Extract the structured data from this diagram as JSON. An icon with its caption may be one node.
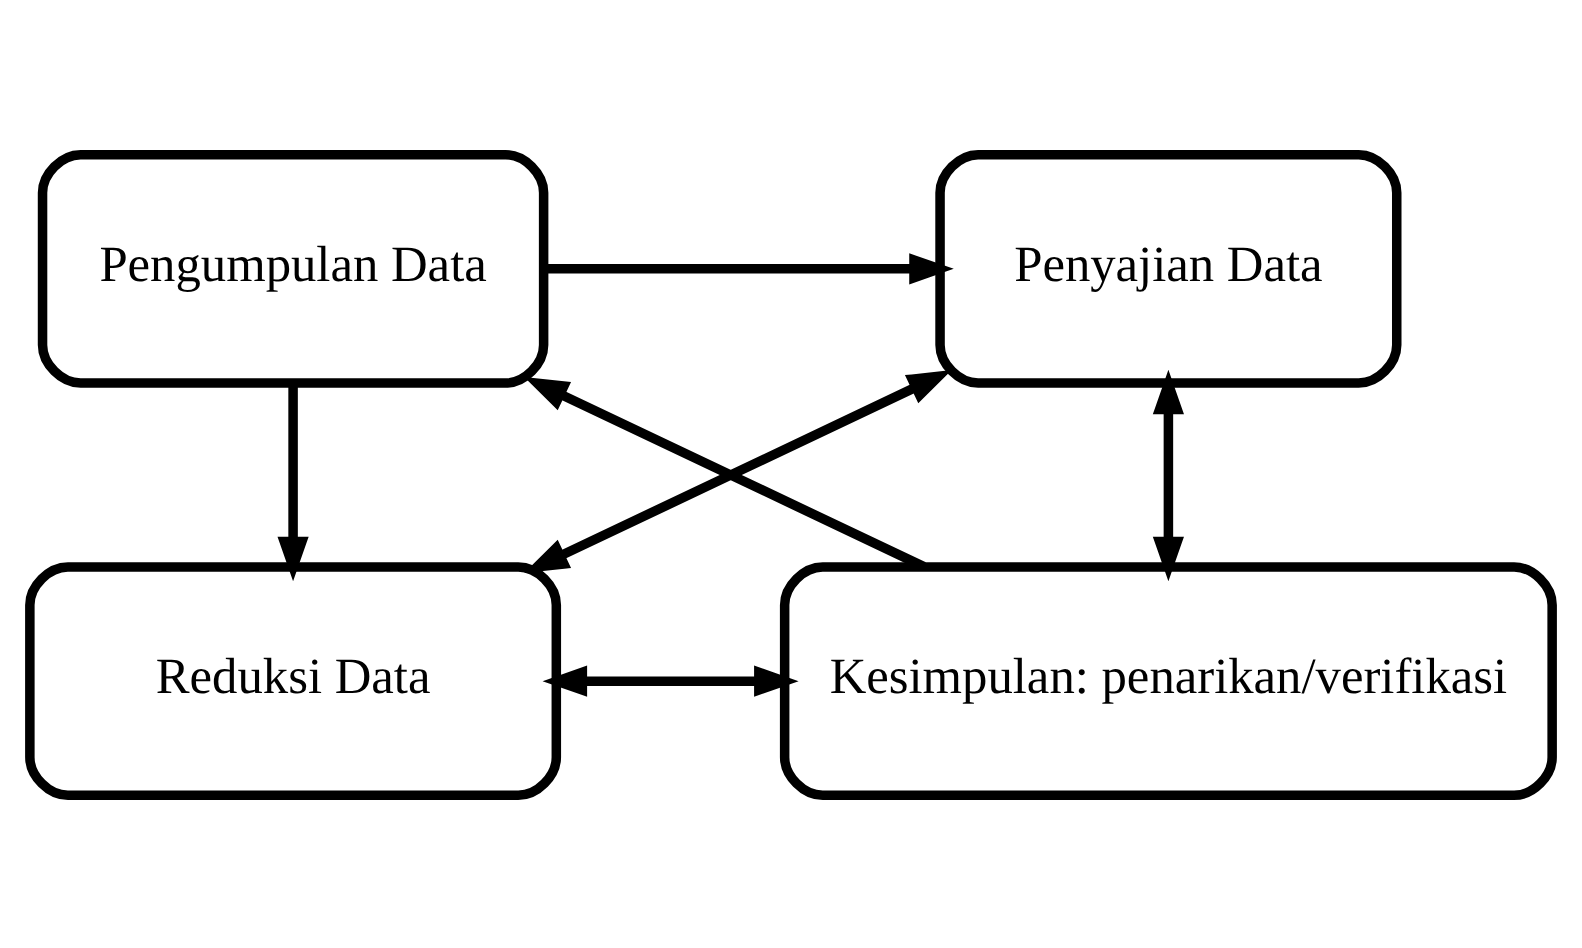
{
  "diagram": {
    "nodes": [
      {
        "text": [
          "Pengumpulan Data"
        ]
      },
      {
        "text": [
          "Penyajian Data"
        ]
      },
      {
        "text": [
          "Reduksi Data"
        ]
      },
      {
        "text": [
          "Kesimpulan: penarikan/verifikasi"
        ]
      }
    ],
    "edges": [
      {
        "from": 0,
        "to": 1,
        "arrow": "to"
      },
      {
        "from": 0,
        "to": 2,
        "arrow": "to"
      },
      {
        "from": 1,
        "to": 2,
        "arrow": "both"
      },
      {
        "from": 1,
        "to": 3,
        "arrow": "both"
      },
      {
        "from": 2,
        "to": 3,
        "arrow": "both"
      },
      {
        "from": 3,
        "to": 0,
        "arrow": "to"
      }
    ]
  }
}
